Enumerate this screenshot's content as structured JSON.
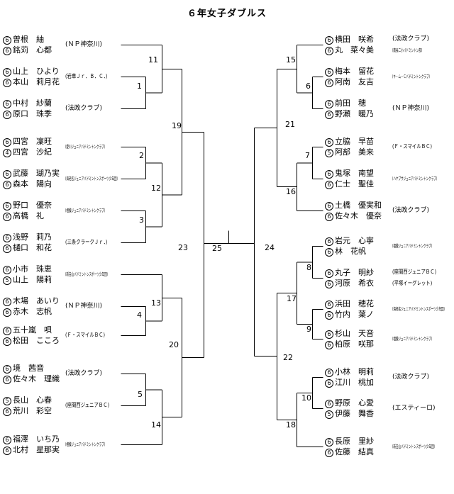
{
  "title": "６年女子ダブルス",
  "match_numbers": [
    "1",
    "2",
    "3",
    "4",
    "5",
    "6",
    "7",
    "8",
    "9",
    "10",
    "11",
    "12",
    "13",
    "14",
    "15",
    "16",
    "17",
    "18",
    "19",
    "20",
    "21",
    "22",
    "23",
    "24",
    "25"
  ],
  "bracket": {
    "left": [
      {
        "players": [
          {
            "grade": "6",
            "name": "曽根　紬"
          },
          {
            "grade": "6",
            "name": "銘苅　心都"
          }
        ],
        "clubs": [
          {
            "t": "(ＮＰ神奈川)",
            "size": "m",
            "row": 0
          }
        ]
      },
      {
        "players": [
          {
            "grade": "6",
            "name": "山上　ひより"
          },
          {
            "grade": "6",
            "name": "本山　莉月花"
          }
        ],
        "clubs": [
          {
            "t": "(岩車Ｊｒ．Ｂ．Ｃ．)",
            "size": "sm",
            "row": 0
          }
        ]
      },
      {
        "players": [
          {
            "grade": "6",
            "name": "中村　紗蘭"
          },
          {
            "grade": "6",
            "name": "原口　珠季"
          }
        ],
        "clubs": [
          {
            "t": "(法政クラブ)",
            "size": "m",
            "row": 0
          }
        ]
      },
      {
        "players": [
          {
            "grade": "6",
            "name": "四宮　凜旺"
          },
          {
            "grade": "4",
            "name": "四宮　沙紀"
          }
        ],
        "clubs": [
          {
            "t": "(愛川ジュニアバドミントンクラブ)",
            "size": "s",
            "row": 0
          }
        ]
      },
      {
        "players": [
          {
            "grade": "6",
            "name": "武藤　瑚乃実"
          },
          {
            "grade": "6",
            "name": "森本　陽向"
          }
        ],
        "clubs": [
          {
            "t": "(海老名ジュニアバドミントンスポーツ少年団)",
            "size": "s",
            "row": 0
          }
        ]
      },
      {
        "players": [
          {
            "grade": "6",
            "name": "野口　優奈"
          },
          {
            "grade": "6",
            "name": "高橋　礼"
          }
        ],
        "clubs": [
          {
            "t": "(相模ジュニアバドミントンクラブ)",
            "size": "s",
            "row": 0
          }
        ]
      },
      {
        "players": [
          {
            "grade": "6",
            "name": "浅野　莉乃"
          },
          {
            "grade": "6",
            "name": "樋口　和花"
          }
        ],
        "clubs": [
          {
            "t": "(三条クラークＪｒ．)",
            "size": "sm",
            "row": 0
          }
        ]
      },
      {
        "players": [
          {
            "grade": "6",
            "name": "小市　珠恵"
          },
          {
            "grade": "5",
            "name": "山上　陽莉"
          }
        ],
        "clubs": [
          {
            "t": "(新白山バドミントンスポーツ少年団)",
            "size": "s",
            "row": 0
          }
        ]
      },
      {
        "players": [
          {
            "grade": "6",
            "name": "木場　あいり"
          },
          {
            "grade": "6",
            "name": "赤木　志帆"
          }
        ],
        "clubs": [
          {
            "t": "(ＮＰ神奈川)",
            "size": "m",
            "row": 0
          }
        ]
      },
      {
        "players": [
          {
            "grade": "6",
            "name": "五十嵐　唄"
          },
          {
            "grade": "6",
            "name": "松田　こころ"
          }
        ],
        "clubs": [
          {
            "t": "(Ｆ・スマイルＢＣ)",
            "size": "sm",
            "row": 0
          }
        ]
      },
      {
        "players": [
          {
            "grade": "6",
            "name": "境　茜音"
          },
          {
            "grade": "6",
            "name": "佐々木　理織"
          }
        ],
        "clubs": [
          {
            "t": "(法政クラブ)",
            "size": "m",
            "row": 0
          }
        ]
      },
      {
        "players": [
          {
            "grade": "5",
            "name": "長山　心春"
          },
          {
            "grade": "6",
            "name": "荒川　彩空"
          }
        ],
        "clubs": [
          {
            "t": "(座間西ジュニアＢＣ)",
            "size": "sm",
            "row": 0
          }
        ]
      },
      {
        "players": [
          {
            "grade": "6",
            "name": "福澤　いち乃"
          },
          {
            "grade": "6",
            "name": "北村　星那実"
          }
        ],
        "clubs": [
          {
            "t": "(相模ジュニアバドミントンクラブ)",
            "size": "s",
            "row": 0
          }
        ]
      }
    ],
    "right": [
      {
        "players": [
          {
            "grade": "6",
            "name": "横田　咲希"
          },
          {
            "grade": "6",
            "name": "丸　菜々美"
          }
        ],
        "clubs": [
          {
            "t": "(法政クラブ)",
            "size": "m",
            "row": 1
          },
          {
            "t": "(南長二小バドミントン部)",
            "size": "s",
            "row": 2
          }
        ]
      },
      {
        "players": [
          {
            "grade": "6",
            "name": "梅本　留花"
          },
          {
            "grade": "6",
            "name": "阿南　友吉"
          }
        ],
        "clubs": [
          {
            "t": "(キ・ム・Ｃバドミントンクラブ)",
            "size": "s",
            "row": 0
          }
        ]
      },
      {
        "players": [
          {
            "grade": "6",
            "name": "前田　穂"
          },
          {
            "grade": "6",
            "name": "野瀬　暖乃"
          }
        ],
        "clubs": [
          {
            "t": "(ＮＰ神奈川)",
            "size": "m",
            "row": 0
          }
        ]
      },
      {
        "players": [
          {
            "grade": "6",
            "name": "立脇　早苗"
          },
          {
            "grade": "5",
            "name": "阿部　美来"
          }
        ],
        "clubs": [
          {
            "t": "(Ｆ・スマイルＢＣ)",
            "size": "sm",
            "row": 0
          }
        ]
      },
      {
        "players": [
          {
            "grade": "6",
            "name": "鬼塚　南望"
          },
          {
            "grade": "6",
            "name": "仁士　聖佳"
          }
        ],
        "clubs": [
          {
            "t": "(ハヤブサジュニアバドミントンクラブ)",
            "size": "s",
            "row": 0
          }
        ]
      },
      {
        "players": [
          {
            "grade": "6",
            "name": "土橋　優実和"
          },
          {
            "grade": "6",
            "name": "佐々木　優奈"
          }
        ],
        "clubs": [
          {
            "t": "(法政クラブ)",
            "size": "m",
            "row": 0
          }
        ]
      },
      {
        "players": [
          {
            "grade": "6",
            "name": "岩元　心寧"
          },
          {
            "grade": "6",
            "name": "林　花帆"
          }
        ],
        "clubs": [
          {
            "t": "(相模ジュニアバドミントンクラブ)",
            "size": "s",
            "row": 0
          }
        ]
      },
      {
        "players": [
          {
            "grade": "6",
            "name": "丸子　明紗"
          },
          {
            "grade": "6",
            "name": "河原　希衣"
          }
        ],
        "clubs": [
          {
            "t": "(座間西ジュニアＢＣ)",
            "size": "sm",
            "row": 1
          },
          {
            "t": "(平塚イーグレット)",
            "size": "sm",
            "row": 2
          }
        ]
      },
      {
        "players": [
          {
            "grade": "6",
            "name": "浜田　穂花"
          },
          {
            "grade": "6",
            "name": "竹内　葉ノ"
          }
        ],
        "clubs": [
          {
            "t": "(海老名ジュニアバドミントンスポーツ少年団)",
            "size": "s",
            "row": 0
          }
        ]
      },
      {
        "players": [
          {
            "grade": "6",
            "name": "杉山　天音"
          },
          {
            "grade": "6",
            "name": "柏原　咲那"
          }
        ],
        "clubs": [
          {
            "t": "(相模ジュニアバドミントンクラブ)",
            "size": "s",
            "row": 0
          }
        ]
      },
      {
        "players": [
          {
            "grade": "6",
            "name": "小林　明莉"
          },
          {
            "grade": "6",
            "name": "江川　桃加"
          }
        ],
        "clubs": [
          {
            "t": "(法政クラブ)",
            "size": "m",
            "row": 0
          }
        ]
      },
      {
        "players": [
          {
            "grade": "6",
            "name": "野原　心愛"
          },
          {
            "grade": "5",
            "name": "伊藤　舞香"
          }
        ],
        "clubs": [
          {
            "t": "(エスティーロ)",
            "size": "m",
            "row": 0
          }
        ]
      },
      {
        "players": [
          {
            "grade": "6",
            "name": "長原　里紗"
          },
          {
            "grade": "6",
            "name": "佐藤　結真"
          }
        ],
        "clubs": [
          {
            "t": "(新白山バドミントンスポーツ少年団)",
            "size": "s",
            "row": 0
          }
        ]
      }
    ]
  }
}
